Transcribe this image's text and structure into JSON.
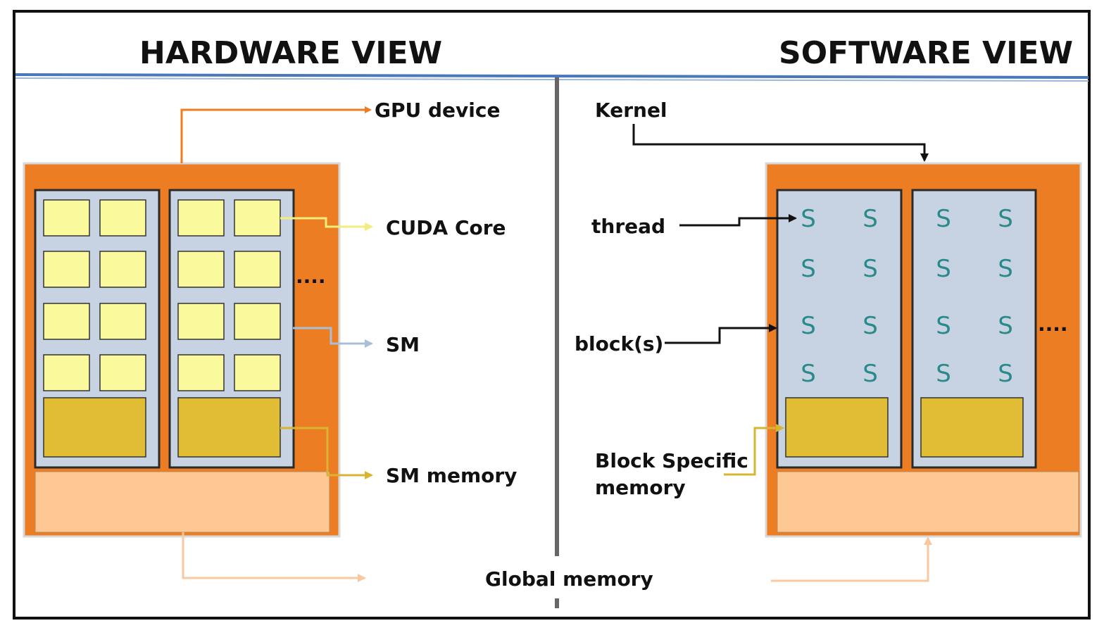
{
  "titles": {
    "hardware": "HARDWARE VIEW",
    "software": "SOFTWARE VIEW"
  },
  "hardware": {
    "gpu_device": "GPU device",
    "cuda_core": "CUDA Core",
    "sm": "SM",
    "sm_memory": "SM memory",
    "ellipsis": "....",
    "sm_count_shown": 2,
    "core_rows": 4,
    "core_cols": 2
  },
  "software": {
    "kernel": "Kernel",
    "thread": "thread",
    "blocks": "block(s)",
    "block_specific_memory_line1": "Block Specific",
    "block_specific_memory_line2": "memory",
    "ellipsis": "....",
    "thread_glyph": "S",
    "block_count_shown": 2,
    "thread_rows": 4,
    "thread_cols": 2
  },
  "shared": {
    "global_memory": "Global memory"
  },
  "colors": {
    "device_orange": "#ec7d22",
    "sm_blue": "#c7d3e3",
    "core_yellow": "#fafa9c",
    "sm_mem_gold": "#e0bd35",
    "global_mem_peach": "#fdc894",
    "thread_teal": "#2a8a8a",
    "divider_blue": "#4a78b8",
    "cuda_arrow": "#f0ee7c",
    "sm_arrow": "#a9bfd8",
    "mem_arrow": "#d9b431",
    "global_arrow": "#f8c9a0",
    "gpu_arrow": "#ec7d22"
  }
}
